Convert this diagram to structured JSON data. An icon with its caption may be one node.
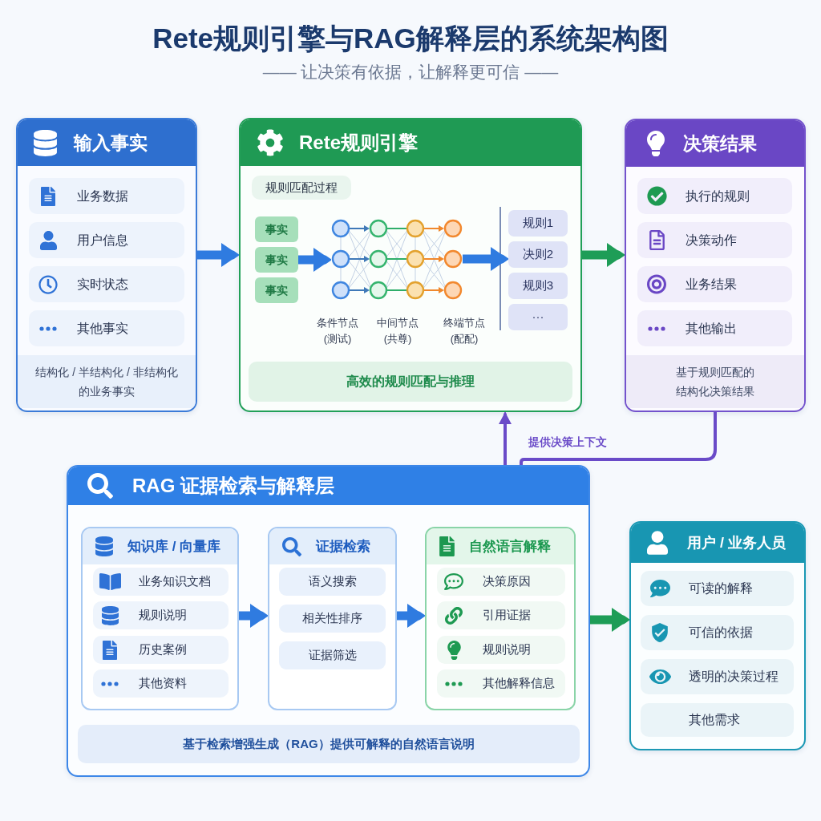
{
  "diagram": {
    "title": "Rete规则引擎与RAG解释层的系统架构图",
    "nodes": [
      {
        "text": [
          "输入事实"
        ]
      },
      {
        "text": [
          "业务数据"
        ],
        "in": 0
      },
      {
        "text": [
          "用户信息"
        ],
        "in": 0
      },
      {
        "text": [
          "实时状态"
        ],
        "in": 0
      },
      {
        "text": [
          "其他事实"
        ],
        "in": 0
      },
      {
        "text": [
          "结构化 / 半结构化 / 非结构化的业务事实"
        ],
        "in": 0
      },
      {
        "text": [
          "Rete规则引擎"
        ]
      },
      {
        "text": [
          "规则匹配过程"
        ],
        "in": 6
      },
      {
        "text": [
          "事实"
        ],
        "in": 6
      },
      {
        "text": [
          "事实"
        ],
        "in": 6
      },
      {
        "text": [
          "事实"
        ],
        "in": 6
      },
      {
        "text": [],
        "shape": "picture",
        "in": 6,
        "beside": [
          "条件节点(测试)",
          "中间节点(共尊)",
          "终端节点(配配)"
        ]
      },
      {
        "text": [
          "规则1"
        ],
        "in": 6
      },
      {
        "text": [
          "决则2"
        ],
        "in": 6
      },
      {
        "text": [
          "规则3"
        ],
        "in": 6
      },
      {
        "text": [
          "···"
        ],
        "in": 6
      },
      {
        "text": [
          "高效的规则匹配与推理"
        ],
        "in": 6
      },
      {
        "text": [
          "决策结果"
        ]
      },
      {
        "text": [
          "执行的规则"
        ],
        "in": 17
      },
      {
        "text": [
          "决策动作"
        ],
        "in": 17
      },
      {
        "text": [
          "业务结果"
        ],
        "in": 17
      },
      {
        "text": [
          "其他输出"
        ],
        "in": 17
      },
      {
        "text": [
          "基于规则匹配的结构化决策结果"
        ],
        "in": 17
      },
      {
        "text": [
          "RAG 证据检索与解释层"
        ]
      },
      {
        "text": [
          "知识库 / 向量库"
        ],
        "in": 23
      },
      {
        "text": [
          "业务知识文档"
        ],
        "in": 24
      },
      {
        "text": [
          "规则说明"
        ],
        "in": 24
      },
      {
        "text": [
          "历史案例"
        ],
        "in": 24
      },
      {
        "text": [
          "其他资料"
        ],
        "in": 24
      },
      {
        "text": [
          "证据检索"
        ],
        "in": 23
      },
      {
        "text": [
          "语义搜索"
        ],
        "in": 29
      },
      {
        "text": [
          "相关性排序"
        ],
        "in": 29
      },
      {
        "text": [
          "证据筛选"
        ],
        "in": 29
      },
      {
        "text": [
          "自然语言解释"
        ],
        "in": 23
      },
      {
        "text": [
          "决策原因"
        ],
        "in": 33
      },
      {
        "text": [
          "引用证据"
        ],
        "in": 33
      },
      {
        "text": [
          "规则说明"
        ],
        "in": 33
      },
      {
        "text": [
          "其他解释信息"
        ],
        "in": 33
      },
      {
        "text": [
          "基于检索增强生成（RAG）提供可解释的自然语言说明"
        ],
        "in": 23
      },
      {
        "text": [
          "用户 / 业务人员"
        ]
      },
      {
        "text": [
          "可读的解释"
        ],
        "in": 39
      },
      {
        "text": [
          "可信的依据"
        ],
        "in": 39
      },
      {
        "text": [
          "透明的决策过程"
        ],
        "in": 39
      },
      {
        "text": [
          "其他需求"
        ],
        "in": 39
      }
    ],
    "edges": [
      {
        "from": 0,
        "to": 6,
        "arrow": "to"
      },
      {
        "from": 9,
        "to": 11,
        "arrow": "to"
      },
      {
        "from": 11,
        "to": 13,
        "arrow": "to"
      },
      {
        "from": 6,
        "to": 17,
        "arrow": "to",
        "color": "#1e9d57"
      },
      {
        "from": 17,
        "to": 23,
        "arrow": "none",
        "label": "提供决策上下文",
        "color": "#6a4bc8"
      },
      {
        "from": 23,
        "to": 6,
        "arrow": "to",
        "color": "#6a4bc8"
      },
      {
        "from": 24,
        "to": 29,
        "arrow": "to"
      },
      {
        "from": 29,
        "to": 33,
        "arrow": "to"
      },
      {
        "from": 23,
        "to": 39,
        "arrow": "to",
        "color": "#1e9d57"
      }
    ],
    "labels": [
      "—— 让决策有依据，让解释更可信 ——"
    ]
  }
}
